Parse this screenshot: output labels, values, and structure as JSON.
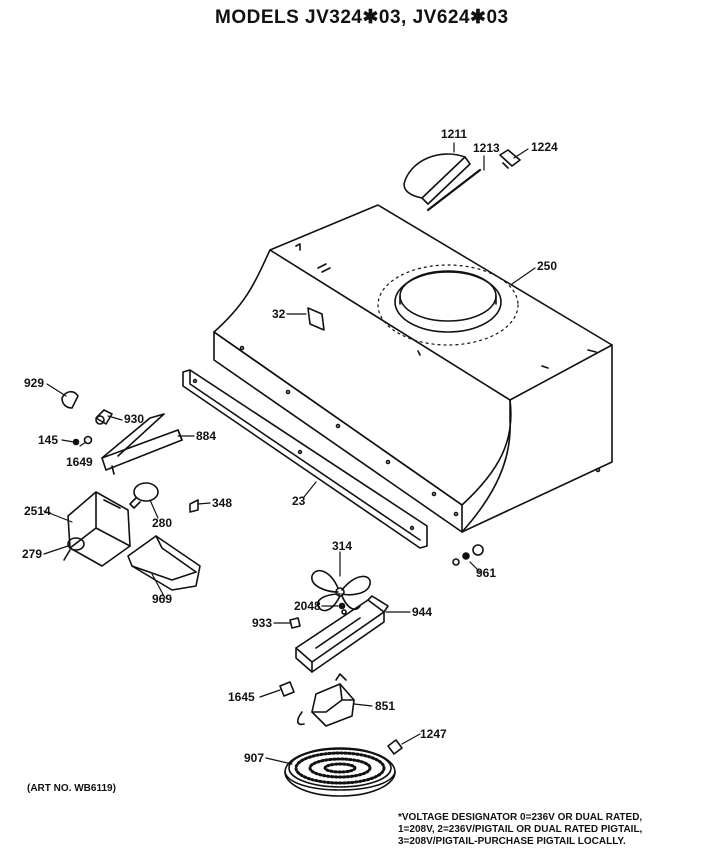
{
  "title": "MODELS JV324✱03, JV624✱03",
  "parts": {
    "p1211": "1211",
    "p1213": "1213",
    "p1224": "1224",
    "p250": "250",
    "p32": "32",
    "p929": "929",
    "p930": "930",
    "p145": "145",
    "p1649": "1649",
    "p884": "884",
    "p23": "23",
    "p2514": "2514",
    "p348": "348",
    "p280": "280",
    "p279": "279",
    "p969": "969",
    "p314": "314",
    "p2048": "2048",
    "p944": "944",
    "p933": "933",
    "p961": "961",
    "p1645": "1645",
    "p851": "851",
    "p1247": "1247",
    "p907": "907"
  },
  "art_no": "(ART NO. WB6119)",
  "voltage_note": [
    "*VOLTAGE DESIGNATOR 0=236V OR DUAL RATED,",
    "1=208V, 2=236V/PIGTAIL OR DUAL RATED PIGTAIL,",
    "3=208V/PIGTAIL-PURCHASE PIGTAIL LOCALLY."
  ]
}
